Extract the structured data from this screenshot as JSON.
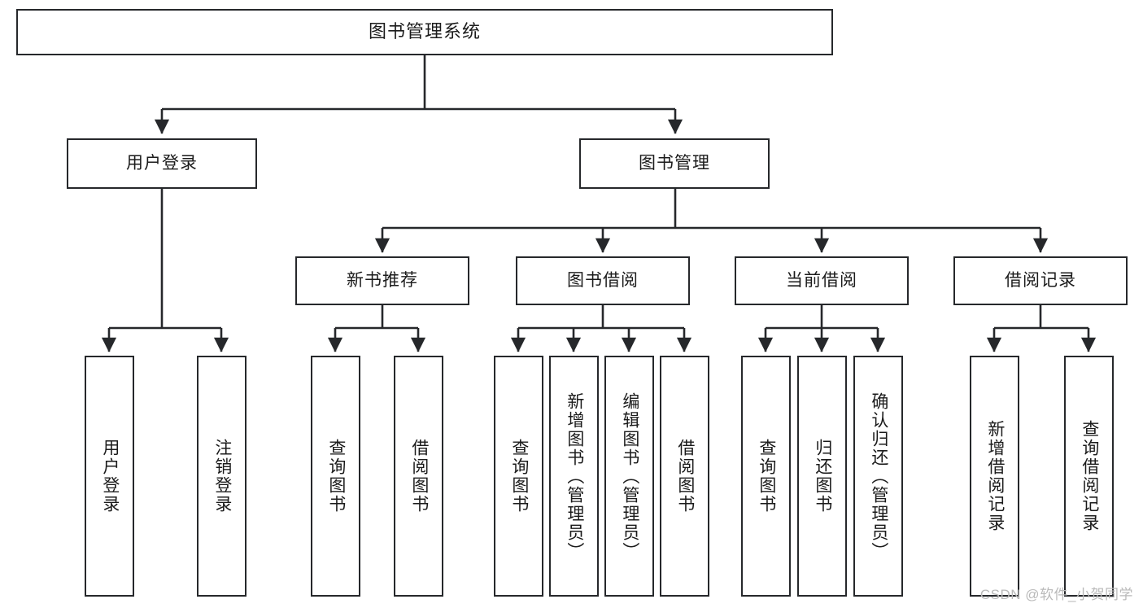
{
  "diagram": {
    "title": "图书管理系统",
    "type": "tree",
    "watermark": "CSDN @软件_小贺同学",
    "colors": {
      "background": "#ffffff",
      "node_border": "#26282b",
      "node_fill": "#ffffff",
      "edge": "#26282b",
      "text": "#1b1b1b",
      "watermark": "#b9b9b9"
    },
    "nodes": {
      "root": {
        "label": "图书管理系统",
        "level": 1,
        "orientation": "horizontal"
      },
      "user_login": {
        "label": "用户登录",
        "level": 2,
        "orientation": "horizontal"
      },
      "book_manage": {
        "label": "图书管理",
        "level": 2,
        "orientation": "horizontal"
      },
      "new_book_rec": {
        "label": "新书推荐",
        "level": 3,
        "orientation": "horizontal"
      },
      "book_borrow": {
        "label": "图书借阅",
        "level": 3,
        "orientation": "horizontal"
      },
      "current_borrow": {
        "label": "当前借阅",
        "level": 3,
        "orientation": "horizontal"
      },
      "borrow_record": {
        "label": "借阅记录",
        "level": 3,
        "orientation": "horizontal"
      },
      "leaf_user_login": {
        "label": "用户登录",
        "level": 4,
        "orientation": "vertical"
      },
      "leaf_logout": {
        "label": "注销登录",
        "level": 4,
        "orientation": "vertical"
      },
      "leaf_query_book_1": {
        "label": "查询图书",
        "level": 4,
        "orientation": "vertical"
      },
      "leaf_borrow_book_1": {
        "label": "借阅图书",
        "level": 4,
        "orientation": "vertical"
      },
      "leaf_query_book_2": {
        "label": "查询图书",
        "level": 4,
        "orientation": "vertical"
      },
      "leaf_add_book": {
        "label": "新增图书（管理员）",
        "level": 4,
        "orientation": "vertical"
      },
      "leaf_edit_book": {
        "label": "编辑图书（管理员）",
        "level": 4,
        "orientation": "vertical"
      },
      "leaf_borrow_book_2": {
        "label": "借阅图书",
        "level": 4,
        "orientation": "vertical"
      },
      "leaf_query_book_3": {
        "label": "查询图书",
        "level": 4,
        "orientation": "vertical"
      },
      "leaf_return_book": {
        "label": "归还图书",
        "level": 4,
        "orientation": "vertical"
      },
      "leaf_confirm_return": {
        "label": "确认归还（管理员）",
        "level": 4,
        "orientation": "vertical"
      },
      "leaf_add_record": {
        "label": "新增借阅记录",
        "level": 4,
        "orientation": "vertical"
      },
      "leaf_query_record": {
        "label": "查询借阅记录",
        "level": 4,
        "orientation": "vertical"
      }
    },
    "edges": [
      {
        "from": "root",
        "to": "user_login"
      },
      {
        "from": "root",
        "to": "book_manage"
      },
      {
        "from": "user_login",
        "to": "leaf_user_login"
      },
      {
        "from": "user_login",
        "to": "leaf_logout"
      },
      {
        "from": "book_manage",
        "to": "new_book_rec"
      },
      {
        "from": "book_manage",
        "to": "book_borrow"
      },
      {
        "from": "book_manage",
        "to": "current_borrow"
      },
      {
        "from": "book_manage",
        "to": "borrow_record"
      },
      {
        "from": "new_book_rec",
        "to": "leaf_query_book_1"
      },
      {
        "from": "new_book_rec",
        "to": "leaf_borrow_book_1"
      },
      {
        "from": "book_borrow",
        "to": "leaf_query_book_2"
      },
      {
        "from": "book_borrow",
        "to": "leaf_add_book"
      },
      {
        "from": "book_borrow",
        "to": "leaf_edit_book"
      },
      {
        "from": "book_borrow",
        "to": "leaf_borrow_book_2"
      },
      {
        "from": "current_borrow",
        "to": "leaf_query_book_3"
      },
      {
        "from": "current_borrow",
        "to": "leaf_return_book"
      },
      {
        "from": "current_borrow",
        "to": "leaf_confirm_return"
      },
      {
        "from": "borrow_record",
        "to": "leaf_add_record"
      },
      {
        "from": "borrow_record",
        "to": "leaf_query_record"
      }
    ]
  }
}
